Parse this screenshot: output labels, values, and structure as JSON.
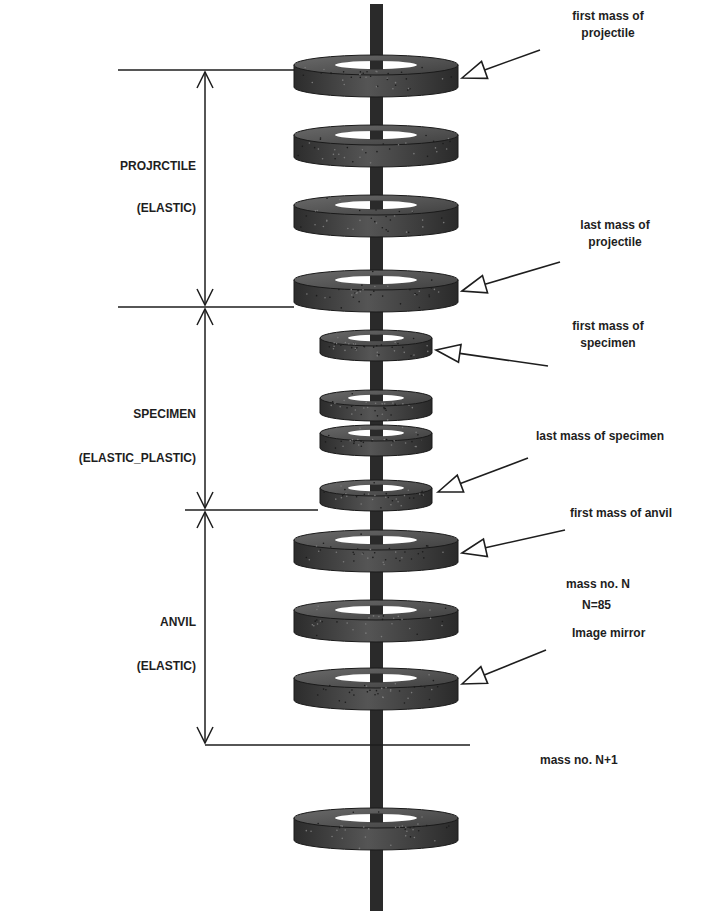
{
  "diagram": {
    "labels": [
      "first mass of projectile",
      "PROJRCTILE",
      "(ELASTIC)",
      "last mass of projectile",
      "first mass of specimen",
      "SPECIMEN",
      "(ELASTIC_PLASTIC)",
      "last mass of specimen",
      "first mass of anvil",
      "ANVIL",
      "(ELASTIC)",
      "mass no. N",
      "N=85",
      "Image mirror",
      "mass no. N+1"
    ]
  }
}
